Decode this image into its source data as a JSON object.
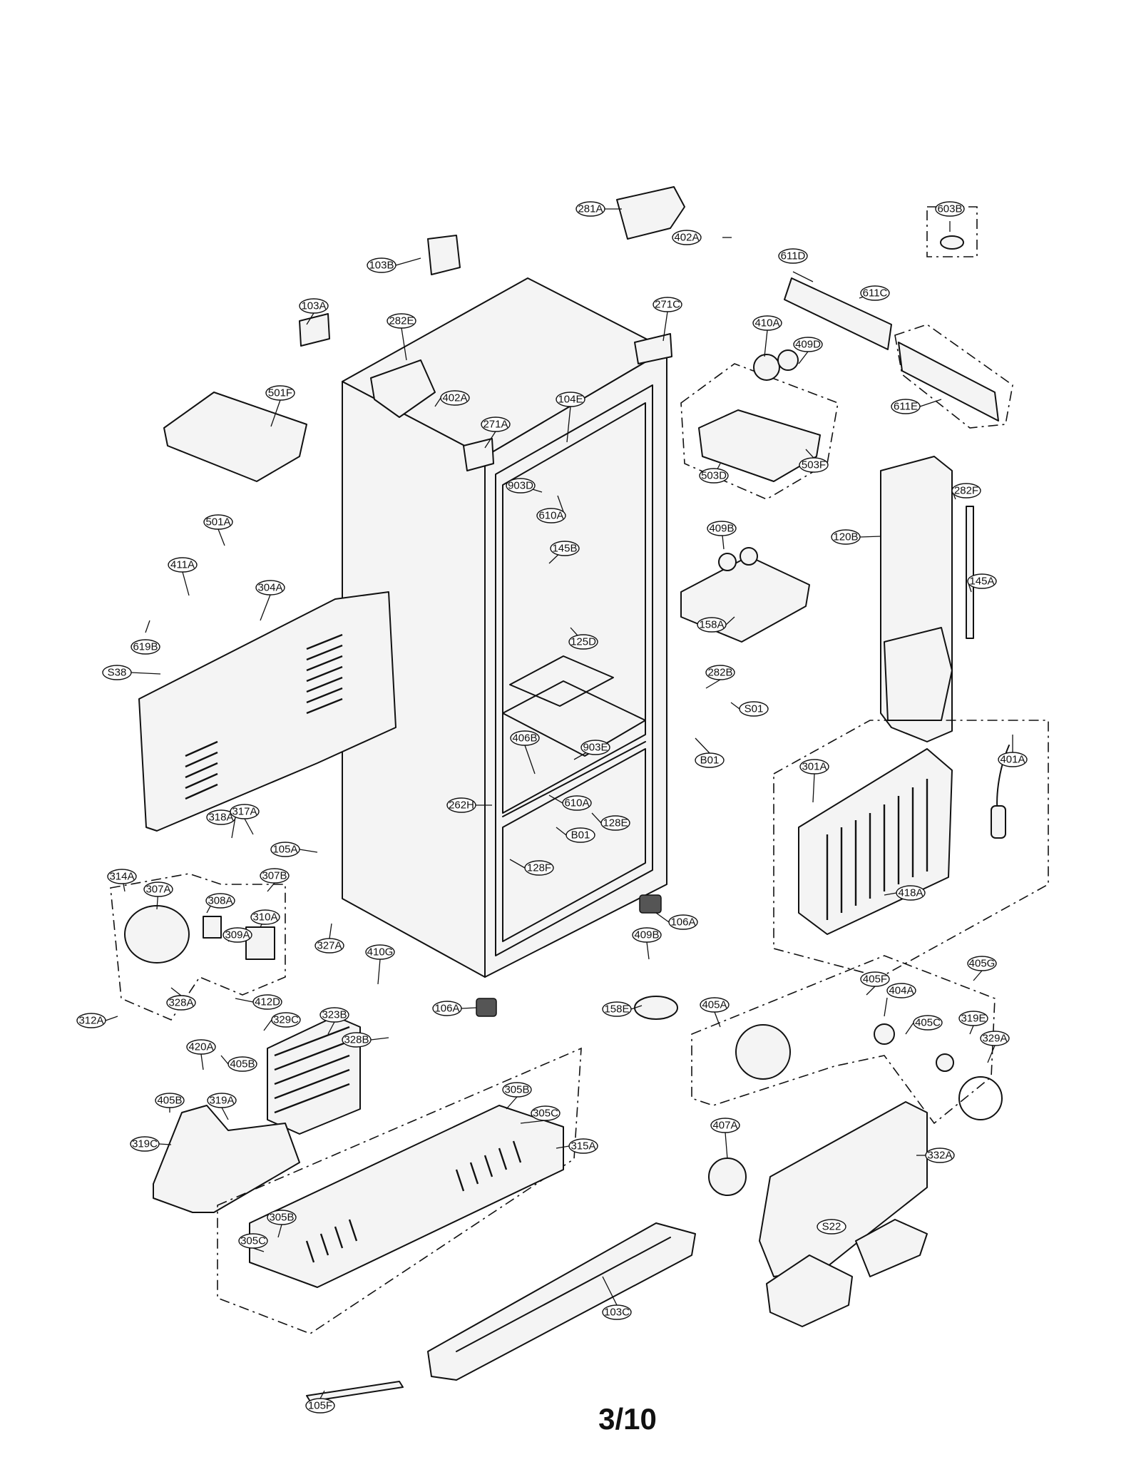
{
  "page_number": "3/10",
  "callouts": [
    "281A",
    "402A",
    "603B",
    "103B",
    "611D",
    "611C",
    "103A",
    "282E",
    "271C",
    "410A",
    "409D",
    "104E",
    "402A",
    "501F",
    "271A",
    "611E",
    "903D",
    "503F",
    "503D",
    "610A",
    "282F",
    "501A",
    "409B",
    "145B",
    "120B",
    "411A",
    "304A",
    "145A",
    "125D",
    "619B",
    "158A",
    "S38",
    "282B",
    "S01",
    "B01",
    "301A",
    "401A",
    "406B",
    "903E",
    "262H",
    "610A",
    "128E",
    "318A",
    "317A",
    "B01",
    "105A",
    "128F",
    "307B",
    "314A",
    "418A",
    "307A",
    "308A",
    "106A",
    "310A",
    "309A",
    "327A",
    "409B",
    "410G",
    "328A",
    "412D",
    "106A",
    "158E",
    "405F",
    "405G",
    "404A",
    "312A",
    "405A",
    "323B",
    "405C",
    "329C",
    "319E",
    "328B",
    "420A",
    "329A",
    "405B",
    "305B",
    "405B",
    "319A",
    "305C",
    "407A",
    "315A",
    "319C",
    "332A",
    "305B",
    "305C",
    "S22",
    "103C",
    "105F"
  ]
}
